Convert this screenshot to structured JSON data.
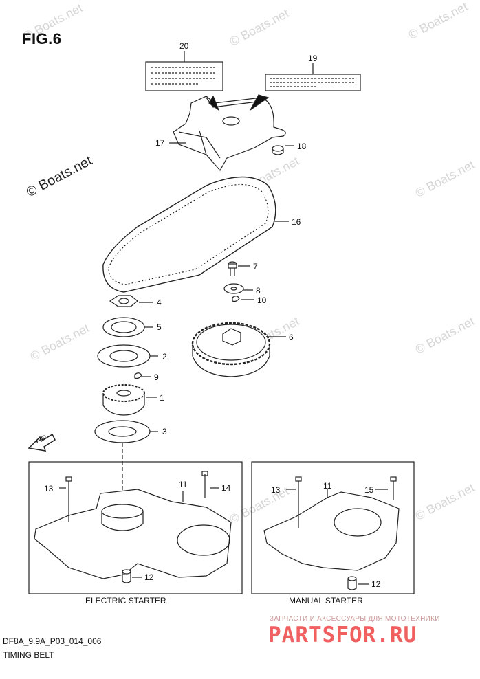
{
  "figure": {
    "title": "FIG.6"
  },
  "watermarks": {
    "prominent": "© Boats.net",
    "faint": "© Boats.net"
  },
  "callouts": [
    {
      "id": "c20",
      "label": "20"
    },
    {
      "id": "c19",
      "label": "19"
    },
    {
      "id": "c17",
      "label": "17"
    },
    {
      "id": "c18",
      "label": "18"
    },
    {
      "id": "c16",
      "label": "16"
    },
    {
      "id": "c7",
      "label": "7"
    },
    {
      "id": "c8",
      "label": "8"
    },
    {
      "id": "c10",
      "label": "10"
    },
    {
      "id": "c4",
      "label": "4"
    },
    {
      "id": "c5",
      "label": "5"
    },
    {
      "id": "c6",
      "label": "6"
    },
    {
      "id": "c2",
      "label": "2"
    },
    {
      "id": "c9",
      "label": "9"
    },
    {
      "id": "c1",
      "label": "1"
    },
    {
      "id": "c3",
      "label": "3"
    },
    {
      "id": "c13a",
      "label": "13"
    },
    {
      "id": "c11a",
      "label": "11"
    },
    {
      "id": "c14",
      "label": "14"
    },
    {
      "id": "c12a",
      "label": "12"
    },
    {
      "id": "c13b",
      "label": "13"
    },
    {
      "id": "c11b",
      "label": "11"
    },
    {
      "id": "c15",
      "label": "15"
    },
    {
      "id": "c12b",
      "label": "12"
    }
  ],
  "panels": {
    "electric": {
      "caption": "ELECTRIC STARTER"
    },
    "manual": {
      "caption": "MANUAL STARTER"
    }
  },
  "footer": {
    "code": "DF8A_9.9A_P03_014_006",
    "subtitle": "TIMING BELT"
  },
  "brand": {
    "tagline": "ЗАПЧАСТИ И АКСЕССУАРЫ ДЛЯ МОТОТЕХНИКИ",
    "name": "PARTSFOR.RU",
    "color": "#f06060"
  },
  "fwd_marker": {
    "label": "FWD"
  }
}
